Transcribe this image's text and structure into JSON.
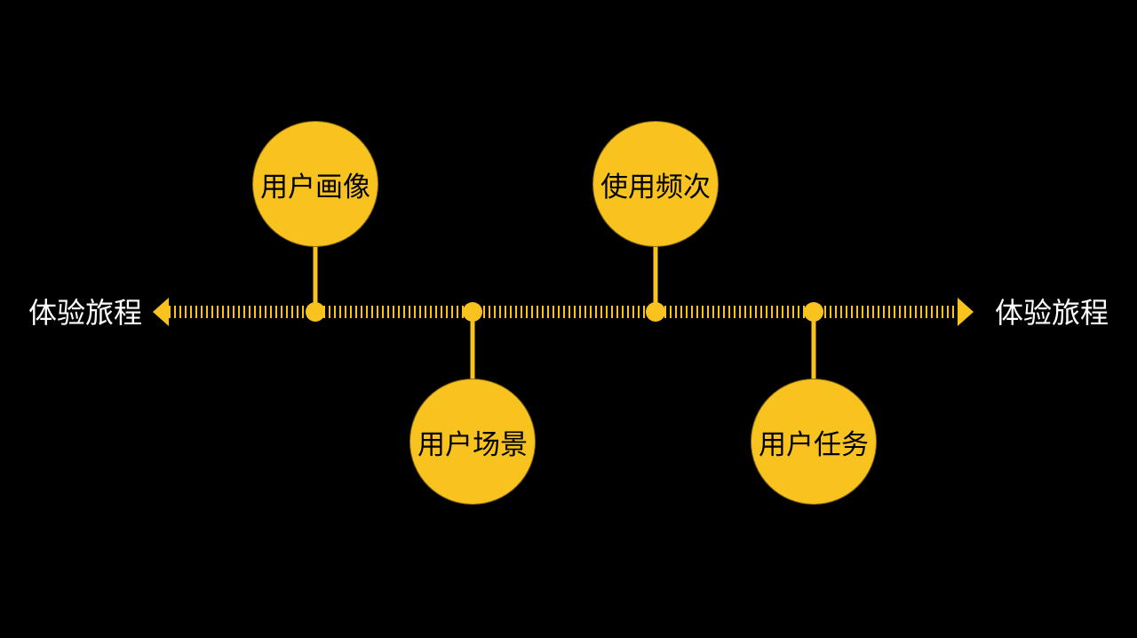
{
  "axis": {
    "left_label": "体验旅程",
    "right_label": "体验旅程",
    "color": "#f9c31f"
  },
  "nodes": [
    {
      "label": "用户画像",
      "position": "above"
    },
    {
      "label": "用户场景",
      "position": "below"
    },
    {
      "label": "使用频次",
      "position": "above"
    },
    {
      "label": "用户任务",
      "position": "below"
    }
  ],
  "colors": {
    "background": "#000000",
    "accent": "#f9c31f",
    "node_text": "#000000",
    "axis_text": "#ffffff"
  }
}
